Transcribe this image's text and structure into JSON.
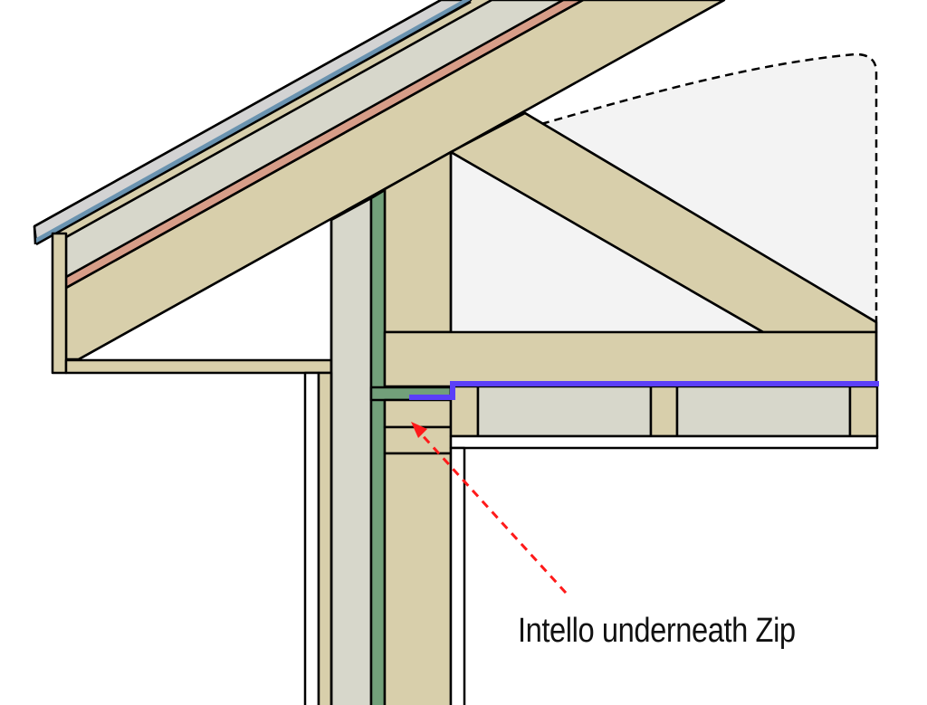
{
  "diagram": {
    "type": "architectural-section",
    "subject": "Roof eave / wall / ceiling junction detail",
    "annotation": {
      "text": "Intello underneath Zip",
      "arrow_color": "#ff1a1a",
      "arrow_style": "dashed"
    },
    "layers": {
      "roof_metal": "#d3d3d3",
      "roof_underlayment": "#6a93b0",
      "framing_wood": "#d8cfab",
      "rigid_insulation": "#d7d7cb",
      "air_barrier_pink": "#d79d88",
      "zip_sheathing_green": "#72a07a",
      "intello_membrane_blue": "#5b3ff8",
      "attic_space": "#f3f3f3",
      "drywall": "#ffffff"
    }
  }
}
